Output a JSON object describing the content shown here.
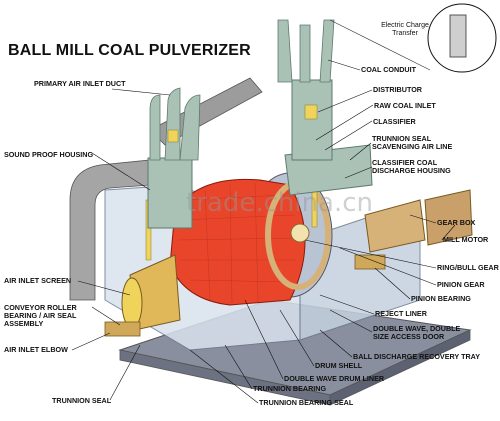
{
  "title": "BALL MILL COAL PULVERIZER",
  "watermark": "trade.china.cn",
  "inset_label": "Electric Charge Transfer",
  "colors": {
    "pipe": "#a9c2b5",
    "pipe_dark": "#7f9a8c",
    "duct": "#9c9c9c",
    "drum_red": "#e8452a",
    "housing": "#c8d3e0",
    "base": "#8a8fa0",
    "gear": "#d6b178",
    "yellow": "#f0d35a"
  },
  "labels_left": [
    "PRIMARY AIR INLET DUCT",
    "SOUND PROOF HOUSING",
    "AIR INLET SCREEN",
    "CONVEYOR ROLLER",
    "BEARING / AIR SEAL",
    "ASSEMBLY",
    "AIR INLET ELBOW",
    "TRUNNION SEAL"
  ],
  "labels_right": [
    "COAL CONDUIT",
    "DISTRIBUTOR",
    "RAW COAL INLET",
    "CLASSIFIER",
    "TRUNNION SEAL",
    "SCAVENGING AIR LINE",
    "CLASSIFIER COAL",
    "DISCHARGE HOUSING",
    "GEAR BOX",
    "MILL MOTOR",
    "RING/BULL GEAR",
    "PINION GEAR",
    "PINION BEARING",
    "REJECT LINER",
    "DOUBLE WAVE, DOUBLE",
    "SIZE ACCESS DOOR",
    "BALL DISCHARGE RECOVERY TRAY"
  ],
  "labels_bottom": [
    "DRUM SHELL",
    "DOUBLE WAVE DRUM LINER",
    "TRUNNION BEARING",
    "TRUNNION BEARING SEAL"
  ]
}
